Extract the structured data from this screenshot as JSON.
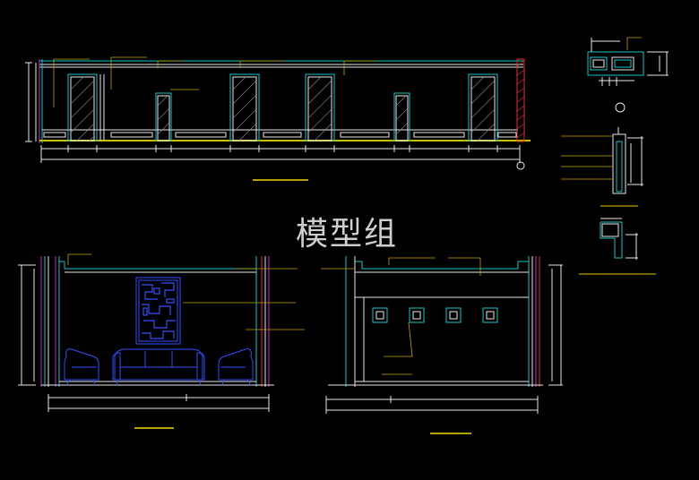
{
  "watermark": {
    "text": "模型组"
  },
  "colors": {
    "background": "#000000",
    "frame": "#e8e8e8",
    "door": "#19c6c6",
    "floor": "#c8c000",
    "leader": "#c8a000",
    "accent_red": "#e03030",
    "magenta": "#c030c0",
    "furniture": "#3050ff",
    "title_underline": "#b8a000"
  },
  "drawings": {
    "top_elevation": {
      "doors": 6,
      "section_marker": "circle"
    },
    "left_elevation": {
      "artwork": "lattice-panel",
      "furniture": "sofa-and-armchairs"
    },
    "right_elevation": {
      "frames": 4
    },
    "detail_sections": {
      "count": 3
    }
  }
}
